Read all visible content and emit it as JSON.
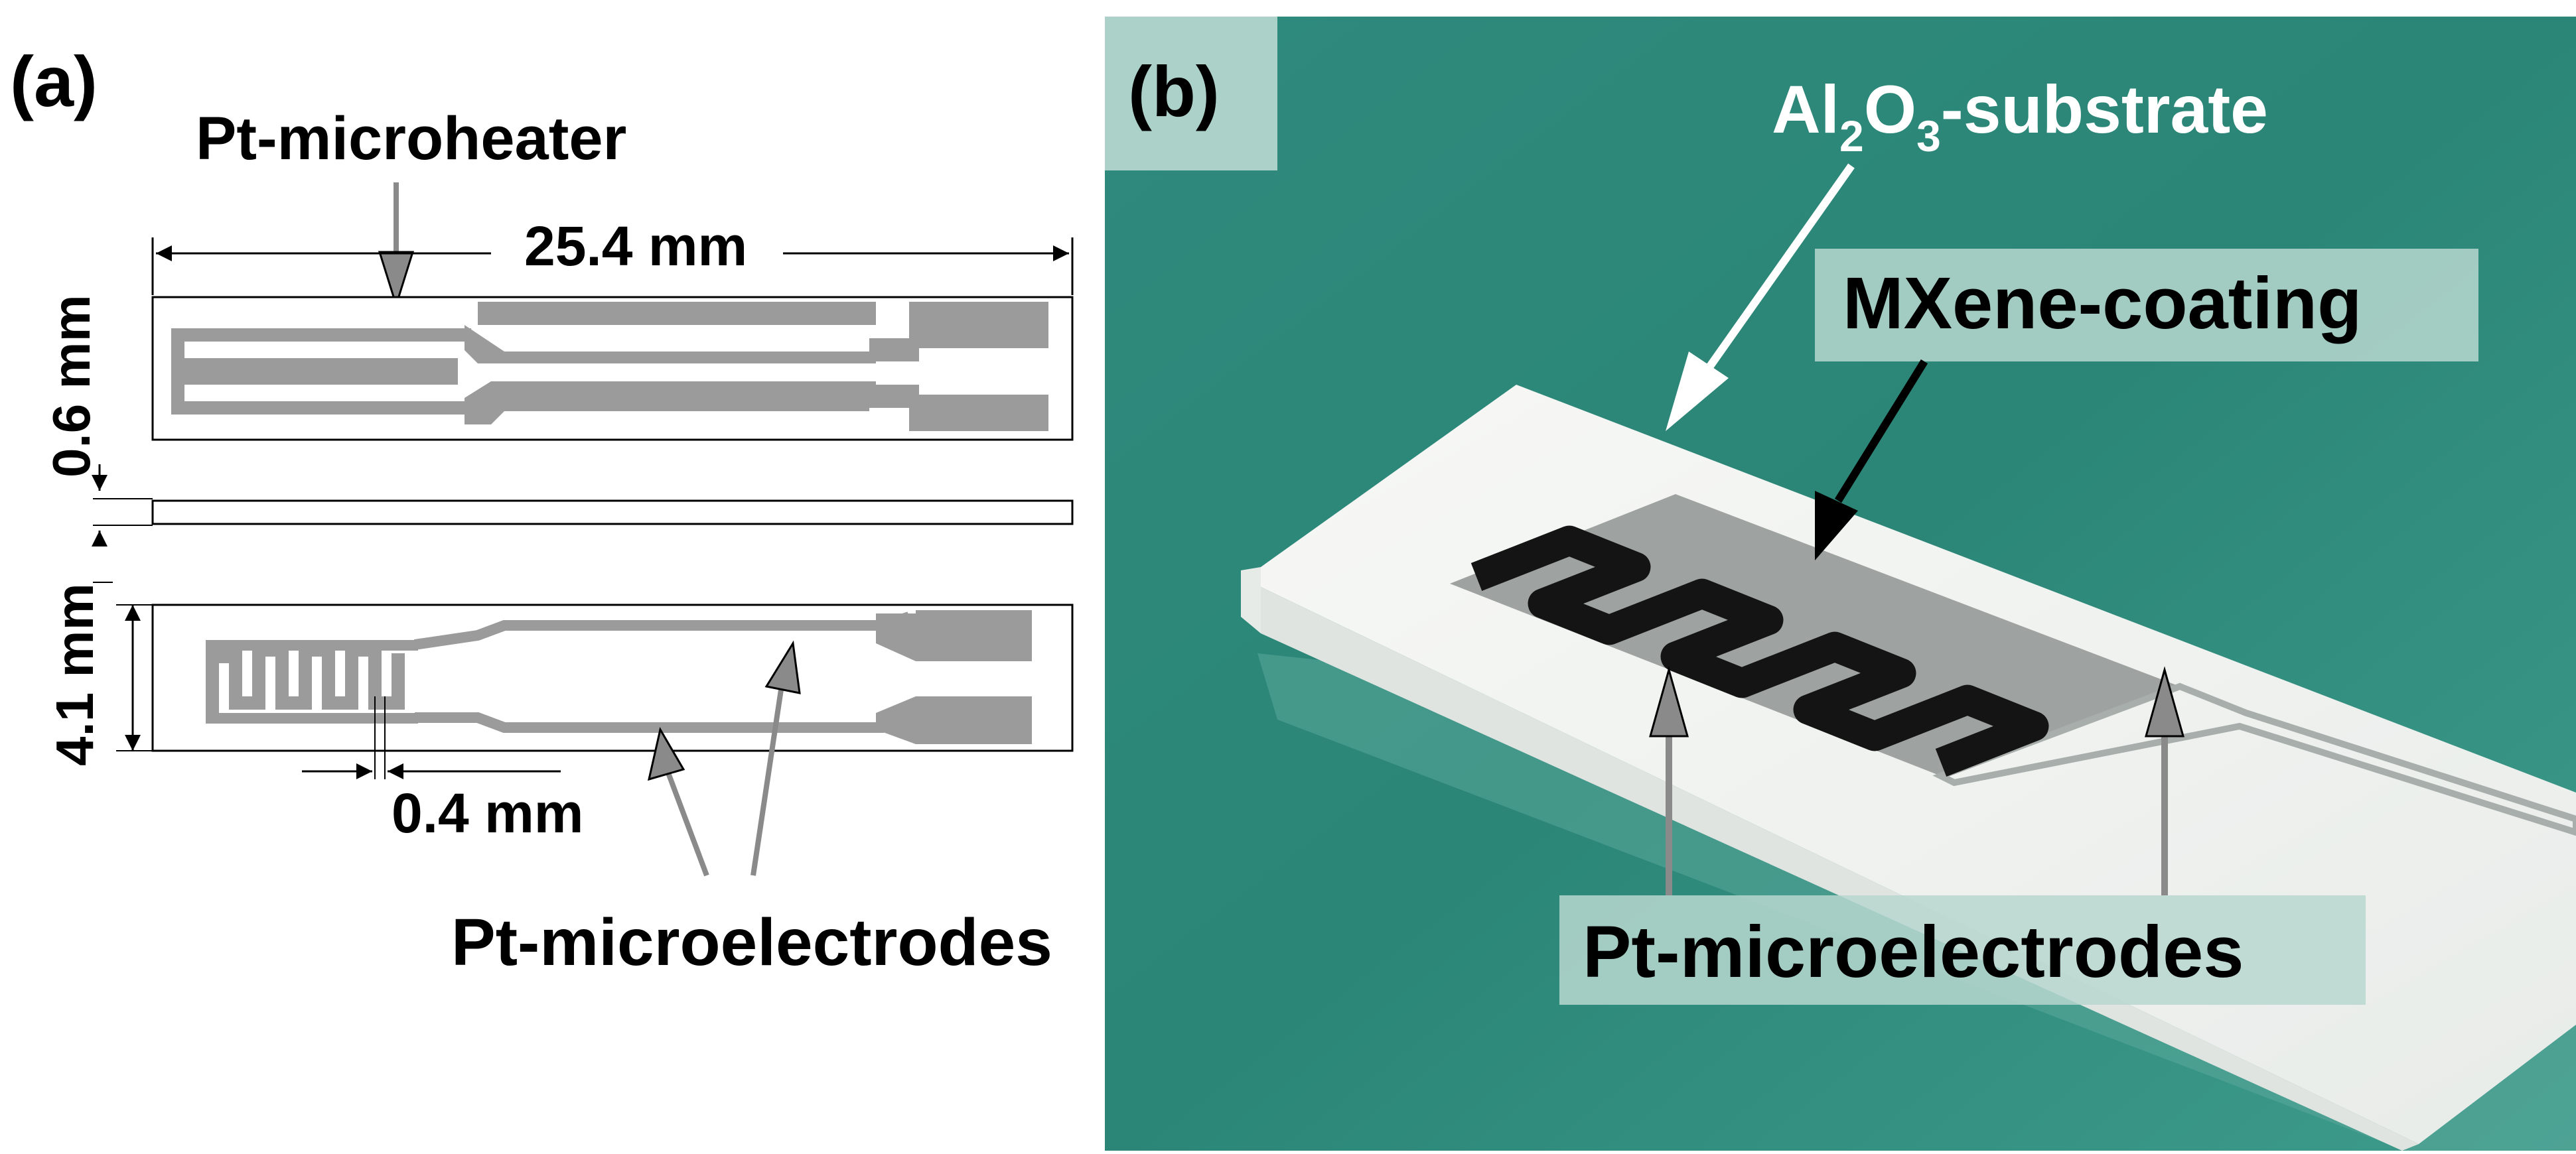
{
  "panel_a": {
    "label": "(a)",
    "heater_label": "Pt-microheater",
    "length_dim": "25.4 mm",
    "thickness_dim": "0.6 mm",
    "width_dim": "4.1 mm",
    "gap_dim": "0.4 mm",
    "electrodes_label": "Pt-microelectrodes",
    "colors": {
      "pattern_gray": "#9b9b9b",
      "outline": "#000000",
      "arrow_gray": "#8a8a8a"
    }
  },
  "panel_b": {
    "label": "(b)",
    "substrate_label_main": "Al",
    "substrate_sub_1": "2",
    "substrate_mid": "O",
    "substrate_sub_2": "3",
    "substrate_suffix": "-substrate",
    "coating_label": "MXene-coating",
    "electrodes_label": "Pt-microelectrodes",
    "colors": {
      "background_teal": "#2e8c7d",
      "substrate_white": "#f2f4f2",
      "coating_black": "#141414",
      "label_box": "#b7d7cf"
    }
  }
}
